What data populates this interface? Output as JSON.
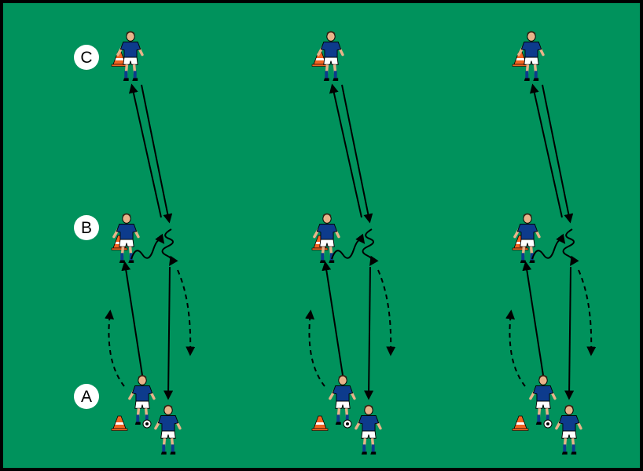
{
  "diagram": {
    "station_labels": [
      "C",
      "B",
      "A"
    ],
    "station_count": 3,
    "colors": {
      "pitch": "#00925C",
      "border": "#000000",
      "jersey": "#0D3B8C",
      "shorts": "#FFFFFF",
      "skin": "#E8B48A",
      "hair": "#3A2414",
      "cone": "#F26522",
      "arrow": "#000000"
    },
    "icons": [
      "player-icon",
      "cone-icon",
      "ball-icon",
      "pass-arrow",
      "dribble-arrow",
      "run-arrow"
    ]
  }
}
